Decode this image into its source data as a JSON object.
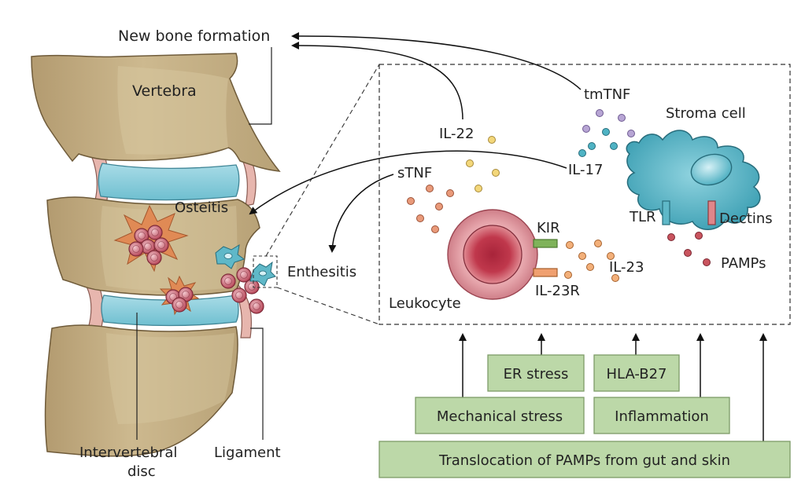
{
  "labels": {
    "new_bone_formation": "New bone formation",
    "vertebra": "Vertebra",
    "osteitis": "Osteitis",
    "enthesitis": "Enthesitis",
    "intervertebral_disc_line1": "Intervertebral",
    "intervertebral_disc_line2": "disc",
    "ligament": "Ligament",
    "il22": "IL-22",
    "tmtnf": "tmTNF",
    "stroma_cell": "Stroma cell",
    "il17": "IL-17",
    "stnf": "sTNF",
    "tlr": "TLR",
    "dectins": "Dectins",
    "kir": "KIR",
    "il23": "IL-23",
    "pamps": "PAMPs",
    "il23r": "IL-23R",
    "leukocyte": "Leukocyte"
  },
  "factor_boxes": {
    "er_stress": "ER stress",
    "hla_b27": "HLA-B27",
    "mechanical_stress": "Mechanical stress",
    "inflammation": "Inflammation",
    "translocation": "Translocation of PAMPs from gut and skin"
  },
  "colors": {
    "bone": "#c9b48a",
    "bone_shadow": "#a8916a",
    "disc": "#8ecfdc",
    "ligament_pink": "#e7b6ae",
    "stroma": "#5fb8c8",
    "leukocyte": "#c85a6a",
    "box_fill": "#bcd8a8",
    "box_stroke": "#7d9c67",
    "kir": "#7fb35a",
    "il23r": "#f0a070"
  }
}
